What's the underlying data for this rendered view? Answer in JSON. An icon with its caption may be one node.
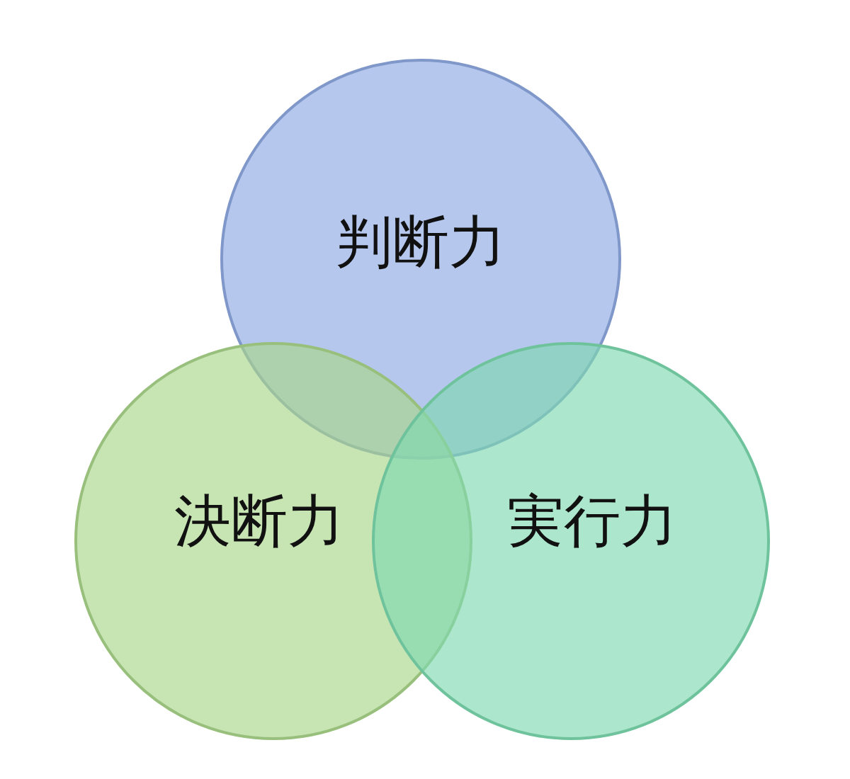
{
  "diagram": {
    "nodes": [
      {
        "text": [
          "判断力"
        ]
      },
      {
        "text": [
          "決断力"
        ]
      },
      {
        "text": [
          "実行力"
        ]
      }
    ]
  }
}
